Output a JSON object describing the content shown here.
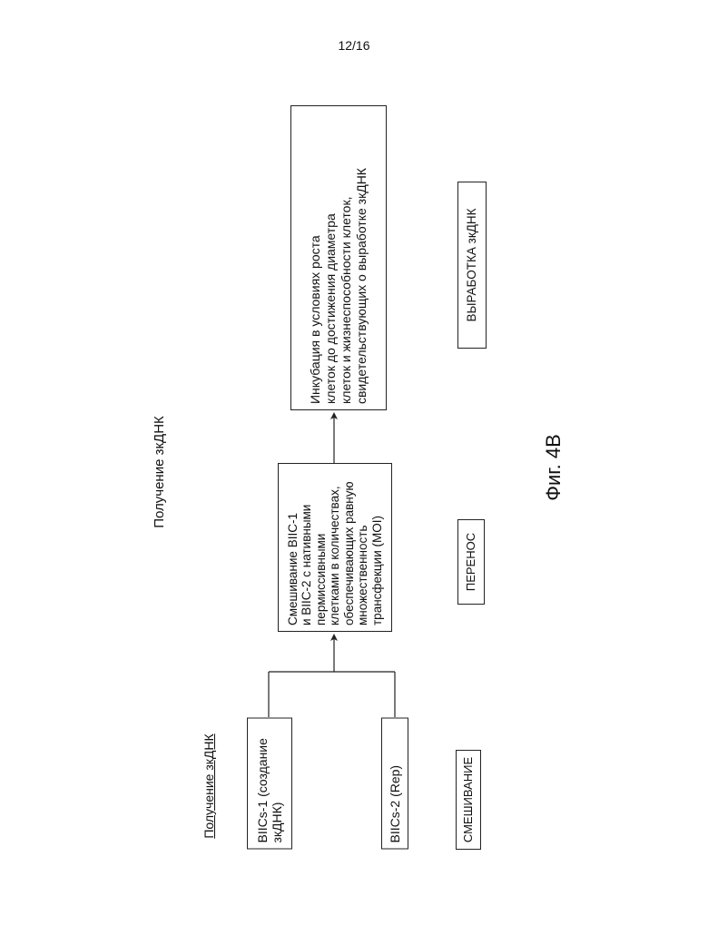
{
  "page_number": "12/16",
  "title": "Получение зкДНК",
  "figure_label": "Фиг. 4B",
  "blocks": {
    "section_heading": "Получение зкДНК",
    "biics1": "BIICs-1 (создание\nзкДНК)",
    "biics2": "BIICs-2 (Rep)",
    "mixing_desc": "Смешивание BIIC-1\nи BIIC-2 с нативными\nпермиссивными\nклетками в количествах,\nобеспечивающих равную\nмножественность\nтрансфекции (MOI)",
    "incubation_desc": "Инкубация в условиях роста\nклеток до достижения диаметра\nклеток и жизнеспособности клеток,\nсвидетельствующих о выработке зкДНК"
  },
  "phases": {
    "mixing": "СМЕШИВАНИЕ",
    "transfer": "ПЕРЕНОС",
    "production": "ВЫРАБОТКА зкДНК"
  }
}
